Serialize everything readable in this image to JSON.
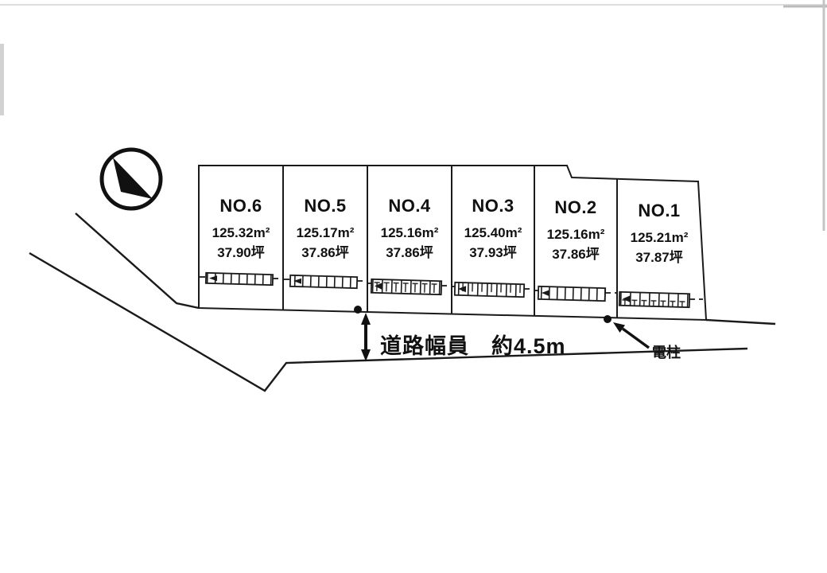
{
  "plots": [
    {
      "label": "NO.6",
      "area_m2": "125.32m²",
      "area_tsubo": "37.90坪"
    },
    {
      "label": "NO.5",
      "area_m2": "125.17m²",
      "area_tsubo": "37.86坪"
    },
    {
      "label": "NO.4",
      "area_m2": "125.16m²",
      "area_tsubo": "37.86坪"
    },
    {
      "label": "NO.3",
      "area_m2": "125.40m²",
      "area_tsubo": "37.93坪"
    },
    {
      "label": "NO.2",
      "area_m2": "125.16m²",
      "area_tsubo": "37.86坪"
    },
    {
      "label": "NO.1",
      "area_m2": "125.21m²",
      "area_tsubo": "37.87坪"
    }
  ],
  "annotations": {
    "road_width": "道路幅員　約4.5m",
    "utility_pole": "電柱"
  },
  "icons": {
    "north_arrow": "north-arrow-icon",
    "utility_pole_dot": "utility-pole-dot",
    "road_width_arrow": "double-arrow-icon"
  },
  "colors": {
    "line": "#1a1a1a",
    "background": "#ffffff",
    "scan_edge": "#c9c9c9"
  }
}
